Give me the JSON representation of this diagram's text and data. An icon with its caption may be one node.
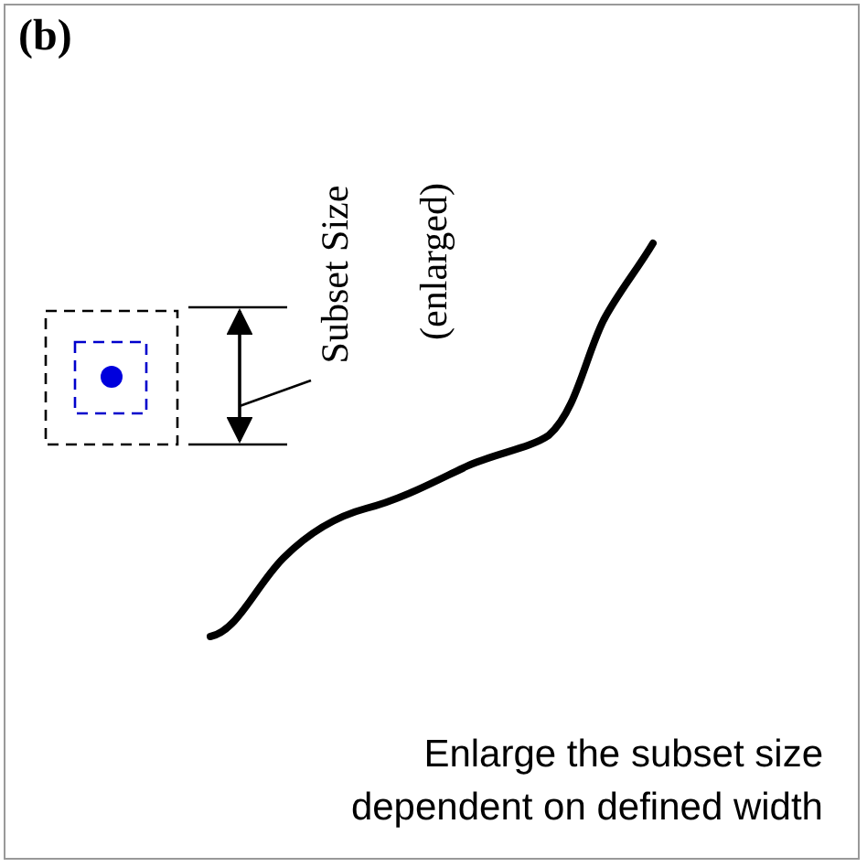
{
  "diagram": {
    "caption": "Enlarge the subset size dependent on defined width",
    "nodes": [
      {
        "text": [
          "Subset Size"
        ],
        "beside": [
          "(enlarged)"
        ]
      },
      {
        "text": [],
        "shape": "arrow"
      }
    ],
    "edges": [
      {
        "from": 0,
        "to": 1,
        "arrow": "none"
      }
    ],
    "labels": [
      "(b)"
    ]
  }
}
